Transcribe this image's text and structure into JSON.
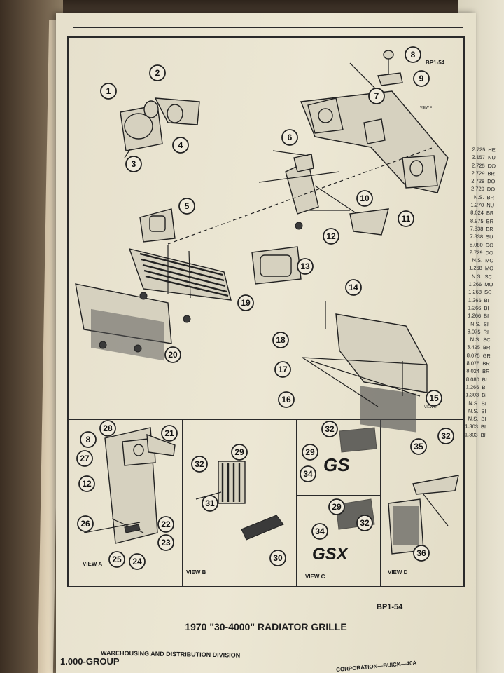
{
  "page": {
    "code_top": "BP1-54",
    "code_bottom": "BP1-54",
    "title": "1970 \"30-4000\" RADIATOR GRILLE",
    "group": "1.000-GROUP",
    "footer_text": "WAREHOUSING AND DISTRIBUTION DIVISION",
    "footer_right": "CORPORATION—BUICK—40A"
  },
  "views": {
    "a": "VIEW A",
    "b": "VIEW B",
    "c": "VIEW C",
    "d": "VIEW D",
    "f": "VIEW F",
    "e": "VIEW E"
  },
  "emblems": {
    "gs": "GS",
    "gsx": "GSX"
  },
  "callouts": [
    "1",
    "2",
    "3",
    "4",
    "5",
    "6",
    "7",
    "8",
    "9",
    "10",
    "11",
    "12",
    "13",
    "14",
    "15",
    "16",
    "17",
    "18",
    "19",
    "20",
    "21",
    "22",
    "23",
    "24",
    "25",
    "26",
    "27",
    "28",
    "29",
    "30",
    "31",
    "32",
    "34",
    "35",
    "36"
  ],
  "side_list": [
    {
      "n": "2.725",
      "t": "HE"
    },
    {
      "n": "2.157",
      "t": "NU"
    },
    {
      "n": "2.725",
      "t": "DO"
    },
    {
      "n": "2.729",
      "t": "BR"
    },
    {
      "n": "2.728",
      "t": "DO"
    },
    {
      "n": "2.729",
      "t": "DO"
    },
    {
      "n": "N.S.",
      "t": "BR"
    },
    {
      "n": "1.270",
      "t": "NU"
    },
    {
      "n": "8.024",
      "t": "BR"
    },
    {
      "n": "8.975",
      "t": "BR"
    },
    {
      "n": "7.838",
      "t": "BR"
    },
    {
      "n": "7.838",
      "t": "SU"
    },
    {
      "n": "8.080",
      "t": "DO"
    },
    {
      "n": "2.729",
      "t": "DO"
    },
    {
      "n": "N.S.",
      "t": "MO"
    },
    {
      "n": "1.268",
      "t": "MO"
    },
    {
      "n": "N.S.",
      "t": "SC"
    },
    {
      "n": "1.266",
      "t": "MO"
    },
    {
      "n": "1.268",
      "t": "SC"
    },
    {
      "n": "1.266",
      "t": "BI"
    },
    {
      "n": "1.266",
      "t": "BI"
    },
    {
      "n": "1.266",
      "t": "BI"
    },
    {
      "n": "N.S.",
      "t": "SI"
    },
    {
      "n": "8.075",
      "t": "RI"
    },
    {
      "n": "N.S.",
      "t": "SC"
    },
    {
      "n": "3.425",
      "t": "BR"
    },
    {
      "n": "8.075",
      "t": "GR"
    },
    {
      "n": "8.075",
      "t": "BR"
    },
    {
      "n": "8.024",
      "t": "BR"
    },
    {
      "n": "8.080",
      "t": "BI"
    },
    {
      "n": "1.266",
      "t": "BI"
    },
    {
      "n": "1.303",
      "t": "BI"
    },
    {
      "n": "N.S.",
      "t": "BI"
    },
    {
      "n": "N.S.",
      "t": "BI"
    },
    {
      "n": "N.S.",
      "t": "BI"
    },
    {
      "n": "1.303",
      "t": "BI"
    },
    {
      "n": "1.303",
      "t": "BI"
    }
  ]
}
